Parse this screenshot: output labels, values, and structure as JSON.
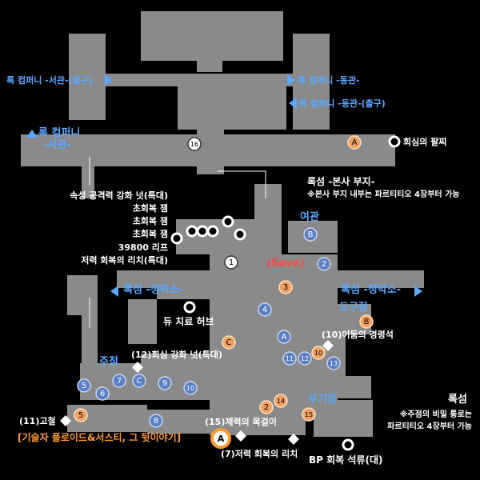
{
  "map": {
    "areas": {
      "west_exit": "록 컴퍼니 -서관-(출구)",
      "east_upper": "록 컴퍼니 -동관-",
      "east_exit": "록 컴퍼니 -동관-(출구)",
      "west_wing_line1": "록 컴퍼니",
      "west_wing_line2": "-서관-",
      "hq_title": "록섬 -본사 부지-",
      "hq_note": "※본사 부지 내부는 파르티티오 4장부터 가능",
      "inn": "여관",
      "save": "(Save)",
      "anchorage_west": "록섬 -정박소-",
      "anchorage_east": "록섬 -정박소-",
      "tool_shop": "도구점",
      "liquor_store": "주점",
      "weapon_shop": "무기점",
      "island": "록섬",
      "island_note1": "※주점의 비밀 통로는",
      "island_note2": "파르티티오 4장부터 가능",
      "quest": "[기술자 플로이드&서스티, 그 뒷이야기]"
    },
    "items": {
      "critical_bracelet": "회심의 팔찌",
      "attr_attack_nut": "속성 공격력 강화 넛(특대)",
      "elite_gem_1": "초회복 잼",
      "elite_gem_2": "초회복 잼",
      "elite_gem_3": "초회복 잼",
      "leaf_39800": "39800 리프",
      "stamina_riche": "저력 회복의 리치(특대)",
      "heal_hub": "듀 치료 허브",
      "darkness_note": "(10)어둠의 경령석",
      "crit_nut": "(12)회심 강화 넛(특대)",
      "gojeol": "(11)고철",
      "stamina_necklace": "(15)체력의 목걸이",
      "stamina_riche_7": "(7)저력 회복의 리치",
      "bp_stone": "BP 회복 석류(대)"
    },
    "markers": {
      "m16": "16",
      "mA_top": "A",
      "m1": "1",
      "m2": "2",
      "m3": "3",
      "m4": "4",
      "mA_mid": "A",
      "mB_inn": "B",
      "mB_tool": "B",
      "mC": "C",
      "mC2": "C",
      "m5": "5",
      "m5o": "5",
      "m6": "6",
      "m7": "7",
      "m8": "8",
      "m9": "9",
      "m10": "10",
      "m10o": "10",
      "m11": "11",
      "m12": "12",
      "m13": "13",
      "m14": "14",
      "m15": "15",
      "m2o": "2",
      "mA_start": "A"
    },
    "colors": {
      "floor": "#8a8a8a",
      "background": "#000000",
      "area_label": "#5aa8ff",
      "quest_label": "#ff9933",
      "save_label": "#ff4444",
      "marker_blue": "#5b7fc4",
      "marker_orange": "#f0a060",
      "marker_white": "#ffffff"
    }
  }
}
